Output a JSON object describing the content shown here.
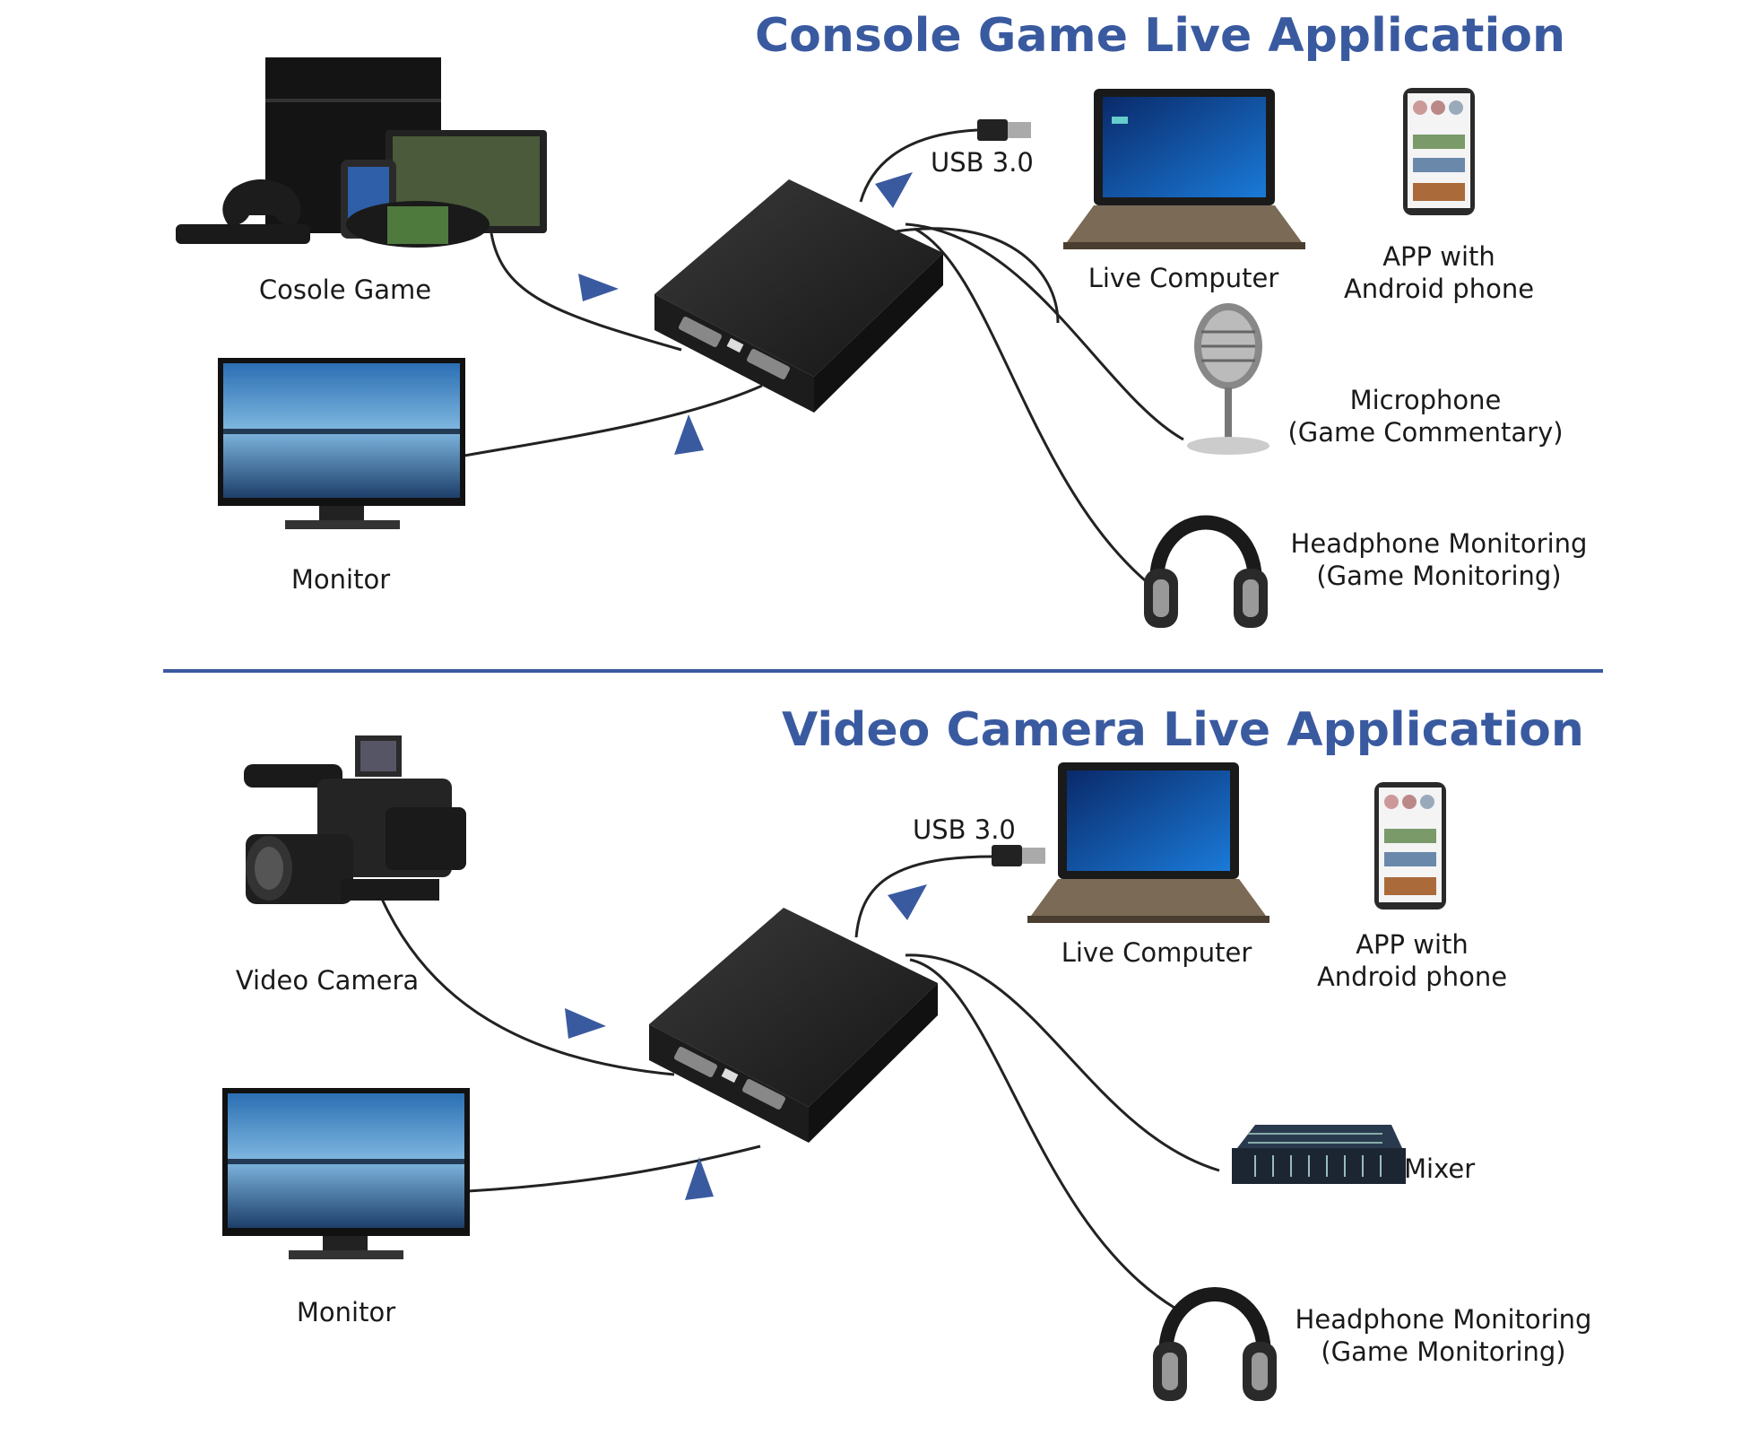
{
  "top_section": {
    "title": "Console Game Live Application",
    "labels": {
      "console": "Cosole Game",
      "monitor": "Monitor",
      "usb": "USB 3.0",
      "live_computer": "Live Computer",
      "app_line1": "APP with",
      "app_line2": "Android phone",
      "mic_line1": "Microphone",
      "mic_line2": "(Game Commentary)",
      "headphone_line1": "Headphone Monitoring",
      "headphone_line2": "(Game Monitoring)"
    }
  },
  "bottom_section": {
    "title": "Video Camera Live Application",
    "labels": {
      "camera": "Video Camera",
      "monitor": "Monitor",
      "usb": "USB 3.0",
      "live_computer": "Live Computer",
      "app_line1": "APP with",
      "app_line2": "Android phone",
      "mixer": "Mixer",
      "headphone_line1": "Headphone Monitoring",
      "headphone_line2": "(Game Monitoring)"
    }
  },
  "colors": {
    "title": "#3a5aa0",
    "arrow": "#3a5aa0",
    "device": "#1f1f1f",
    "cable": "#222222"
  }
}
